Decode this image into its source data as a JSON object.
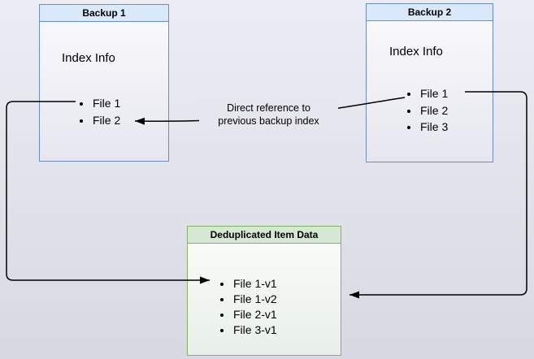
{
  "canvas": {
    "background_top": "#ecedf4",
    "background_bottom": "#d8d8e2"
  },
  "boxes": {
    "backup1": {
      "title": "Backup 1",
      "subtitle": "Index Info",
      "items": [
        "File 1",
        "File 2"
      ],
      "header_fill": "#dae8fc",
      "border": "#6c8ebf"
    },
    "backup2": {
      "title": "Backup 2",
      "subtitle": "Index Info",
      "items": [
        "File 1",
        "File 2",
        "File 3"
      ],
      "header_fill": "#dae8fc",
      "border": "#6c8ebf"
    },
    "dedup": {
      "title": "Deduplicated Item Data",
      "items": [
        "File 1-v1",
        "File 1-v2",
        "File 2-v1",
        "File 3-v1"
      ],
      "header_fill": "#d5e8d4",
      "border": "#82b366"
    }
  },
  "annotations": {
    "direct_reference_label": "Direct reference to\nprevious backup index"
  },
  "arrows": {
    "color": "#000000"
  }
}
